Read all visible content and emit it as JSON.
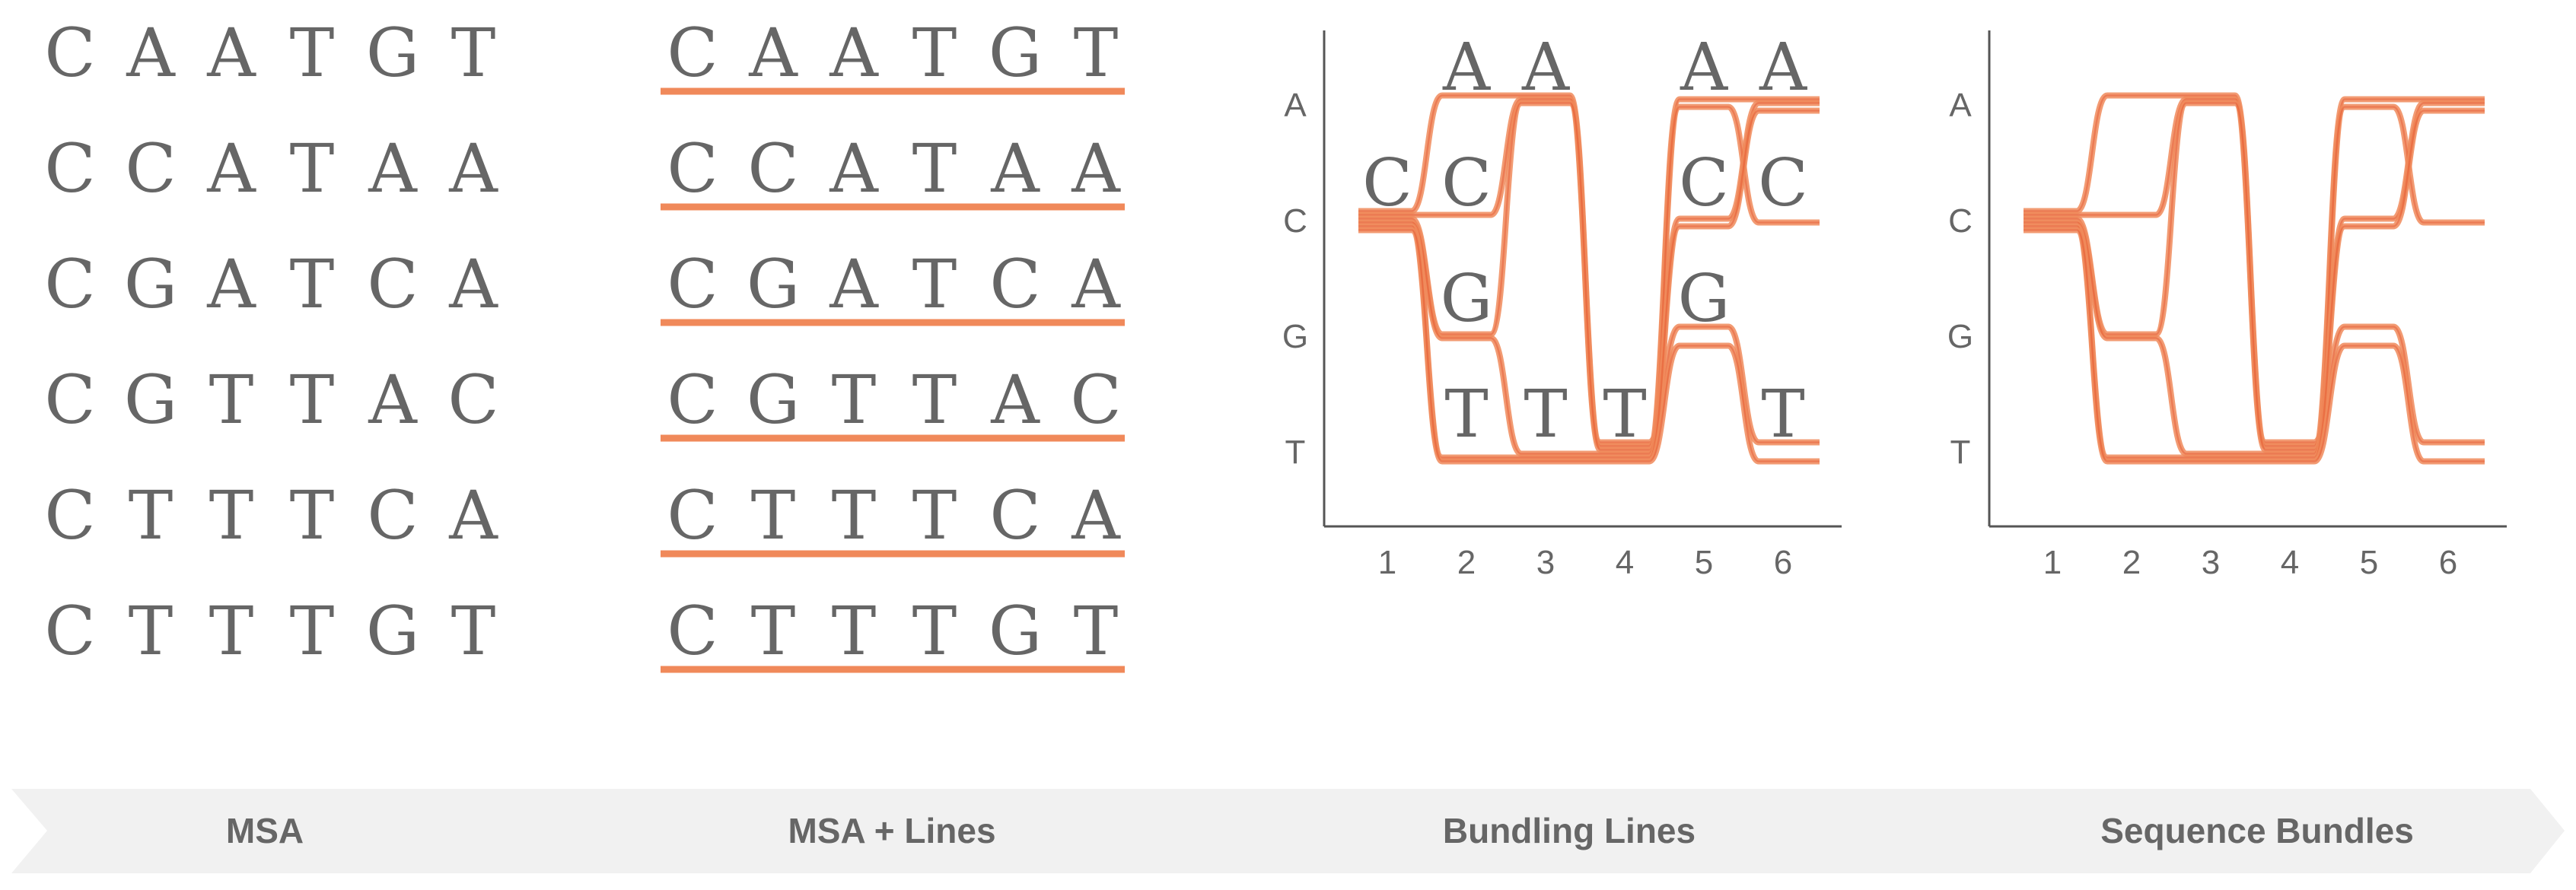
{
  "sequences": [
    "CAATGT",
    "CCATAA",
    "CGATCA",
    "CGTTAC",
    "CTTTCA",
    "CTTTGT"
  ],
  "axis": {
    "y_labels": [
      "A",
      "C",
      "G",
      "T"
    ],
    "x_labels": [
      "1",
      "2",
      "3",
      "4",
      "5",
      "6"
    ]
  },
  "bundling_letters": [
    {
      "pos": 1,
      "base": "C"
    },
    {
      "pos": 2,
      "base": "A"
    },
    {
      "pos": 2,
      "base": "C"
    },
    {
      "pos": 2,
      "base": "G"
    },
    {
      "pos": 2,
      "base": "T"
    },
    {
      "pos": 3,
      "base": "A"
    },
    {
      "pos": 3,
      "base": "T"
    },
    {
      "pos": 4,
      "base": "T"
    },
    {
      "pos": 5,
      "base": "A"
    },
    {
      "pos": 5,
      "base": "C"
    },
    {
      "pos": 5,
      "base": "G"
    },
    {
      "pos": 6,
      "base": "A"
    },
    {
      "pos": 6,
      "base": "C"
    },
    {
      "pos": 6,
      "base": "T"
    }
  ],
  "stages": [
    "MSA",
    "MSA + Lines",
    "Bundling Lines",
    "Sequence Bundles"
  ],
  "colors": {
    "text": "#666666",
    "line": "#f0895a",
    "line_dark": "#e0401a",
    "banner": "#f1f1f1",
    "banner_text": "#666666",
    "axis": "#555555"
  }
}
